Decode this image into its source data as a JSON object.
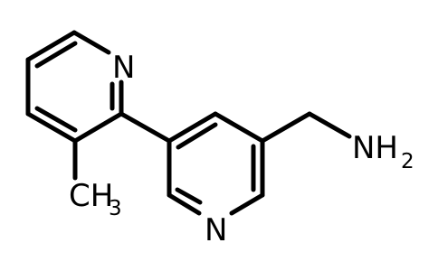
{
  "molecule": {
    "atoms": {
      "pyridine_n_upper": "N",
      "pyridine_n_lower": "N",
      "amine_group": "NH",
      "amine_subscript": "2",
      "methyl_group": "CH",
      "methyl_subscript": "3"
    },
    "colors": {
      "bond": "#000000",
      "text": "#000000",
      "background": "#ffffff"
    }
  }
}
